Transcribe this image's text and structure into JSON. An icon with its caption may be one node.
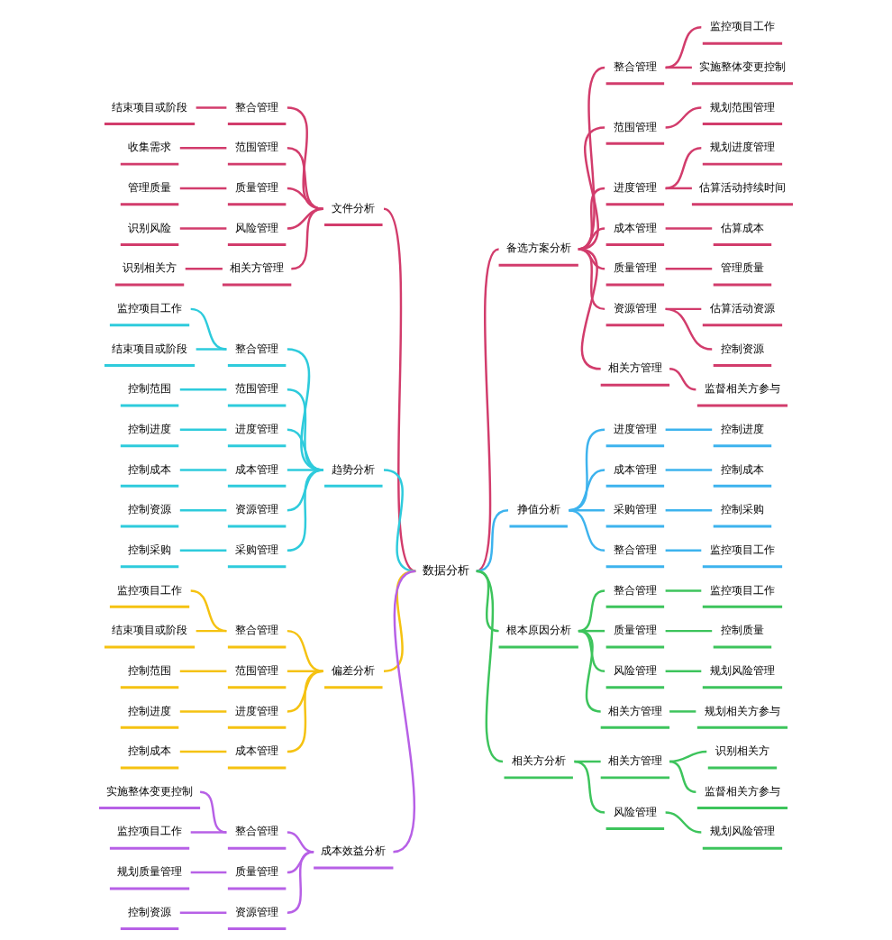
{
  "diagram": {
    "nodes": [
      {
        "text": [
          "数据分析"
        ]
      },
      {
        "text": [
          "文件分析"
        ]
      },
      {
        "text": [
          "整合管理"
        ]
      },
      {
        "text": [
          "结束项目或阶段"
        ]
      },
      {
        "text": [
          "范围管理"
        ]
      },
      {
        "text": [
          "收集需求"
        ]
      },
      {
        "text": [
          "质量管理"
        ]
      },
      {
        "text": [
          "管理质量"
        ]
      },
      {
        "text": [
          "风险管理"
        ]
      },
      {
        "text": [
          "识别风险"
        ]
      },
      {
        "text": [
          "相关方管理"
        ]
      },
      {
        "text": [
          "识别相关方"
        ]
      },
      {
        "text": [
          "趋势分析"
        ]
      },
      {
        "text": [
          "整合管理"
        ]
      },
      {
        "text": [
          "监控项目工作"
        ]
      },
      {
        "text": [
          "结束项目或阶段"
        ]
      },
      {
        "text": [
          "范围管理"
        ]
      },
      {
        "text": [
          "控制范围"
        ]
      },
      {
        "text": [
          "进度管理"
        ]
      },
      {
        "text": [
          "控制进度"
        ]
      },
      {
        "text": [
          "成本管理"
        ]
      },
      {
        "text": [
          "控制成本"
        ]
      },
      {
        "text": [
          "资源管理"
        ]
      },
      {
        "text": [
          "控制资源"
        ]
      },
      {
        "text": [
          "采购管理"
        ]
      },
      {
        "text": [
          "控制采购"
        ]
      },
      {
        "text": [
          "偏差分析"
        ]
      },
      {
        "text": [
          "整合管理"
        ]
      },
      {
        "text": [
          "监控项目工作"
        ]
      },
      {
        "text": [
          "结束项目或阶段"
        ]
      },
      {
        "text": [
          "范围管理"
        ]
      },
      {
        "text": [
          "控制范围"
        ]
      },
      {
        "text": [
          "进度管理"
        ]
      },
      {
        "text": [
          "控制进度"
        ]
      },
      {
        "text": [
          "成本管理"
        ]
      },
      {
        "text": [
          "控制成本"
        ]
      },
      {
        "text": [
          "成本效益分析"
        ]
      },
      {
        "text": [
          "整合管理"
        ]
      },
      {
        "text": [
          "实施整体变更控制"
        ]
      },
      {
        "text": [
          "监控项目工作"
        ]
      },
      {
        "text": [
          "质量管理"
        ]
      },
      {
        "text": [
          "规划质量管理"
        ]
      },
      {
        "text": [
          "资源管理"
        ]
      },
      {
        "text": [
          "控制资源"
        ]
      },
      {
        "text": [
          "备选方案分析"
        ]
      },
      {
        "text": [
          "整合管理"
        ]
      },
      {
        "text": [
          "监控项目工作"
        ]
      },
      {
        "text": [
          "实施整体变更控制"
        ]
      },
      {
        "text": [
          "范围管理"
        ]
      },
      {
        "text": [
          "规划范围管理"
        ]
      },
      {
        "text": [
          "进度管理"
        ]
      },
      {
        "text": [
          "规划进度管理"
        ]
      },
      {
        "text": [
          "估算活动持续时间"
        ]
      },
      {
        "text": [
          "成本管理"
        ]
      },
      {
        "text": [
          "估算成本"
        ]
      },
      {
        "text": [
          "质量管理"
        ]
      },
      {
        "text": [
          "管理质量"
        ]
      },
      {
        "text": [
          "资源管理"
        ]
      },
      {
        "text": [
          "估算活动资源"
        ]
      },
      {
        "text": [
          "控制资源"
        ]
      },
      {
        "text": [
          "相关方管理"
        ]
      },
      {
        "text": [
          "监督相关方参与"
        ]
      },
      {
        "text": [
          "挣值分析"
        ]
      },
      {
        "text": [
          "进度管理"
        ]
      },
      {
        "text": [
          "控制进度"
        ]
      },
      {
        "text": [
          "成本管理"
        ]
      },
      {
        "text": [
          "控制成本"
        ]
      },
      {
        "text": [
          "采购管理"
        ]
      },
      {
        "text": [
          "控制采购"
        ]
      },
      {
        "text": [
          "整合管理"
        ]
      },
      {
        "text": [
          "监控项目工作"
        ]
      },
      {
        "text": [
          "根本原因分析"
        ]
      },
      {
        "text": [
          "整合管理"
        ]
      },
      {
        "text": [
          "监控项目工作"
        ]
      },
      {
        "text": [
          "质量管理"
        ]
      },
      {
        "text": [
          "控制质量"
        ]
      },
      {
        "text": [
          "风险管理"
        ]
      },
      {
        "text": [
          "规划风险管理"
        ]
      },
      {
        "text": [
          "相关方管理"
        ]
      },
      {
        "text": [
          "规划相关方参与"
        ]
      },
      {
        "text": [
          "相关方分析"
        ]
      },
      {
        "text": [
          "相关方管理"
        ]
      },
      {
        "text": [
          "识别相关方"
        ]
      },
      {
        "text": [
          "监督相关方参与"
        ]
      },
      {
        "text": [
          "风险管理"
        ]
      },
      {
        "text": [
          "规划风险管理"
        ]
      }
    ],
    "edges": [
      {
        "from": 0,
        "to": 1,
        "arrow": "none",
        "color": "#d23c6c"
      },
      {
        "from": 1,
        "to": 2,
        "arrow": "none",
        "color": "#d23c6c"
      },
      {
        "from": 2,
        "to": 3,
        "arrow": "none",
        "color": "#d23c6c"
      },
      {
        "from": 1,
        "to": 4,
        "arrow": "none",
        "color": "#d23c6c"
      },
      {
        "from": 4,
        "to": 5,
        "arrow": "none",
        "color": "#d23c6c"
      },
      {
        "from": 1,
        "to": 6,
        "arrow": "none",
        "color": "#d23c6c"
      },
      {
        "from": 6,
        "to": 7,
        "arrow": "none",
        "color": "#d23c6c"
      },
      {
        "from": 1,
        "to": 8,
        "arrow": "none",
        "color": "#d23c6c"
      },
      {
        "from": 8,
        "to": 9,
        "arrow": "none",
        "color": "#d23c6c"
      },
      {
        "from": 1,
        "to": 10,
        "arrow": "none",
        "color": "#d23c6c"
      },
      {
        "from": 10,
        "to": 11,
        "arrow": "none",
        "color": "#d23c6c"
      },
      {
        "from": 0,
        "to": 12,
        "arrow": "none",
        "color": "#2ecbdc"
      },
      {
        "from": 12,
        "to": 13,
        "arrow": "none",
        "color": "#2ecbdc"
      },
      {
        "from": 13,
        "to": 14,
        "arrow": "none",
        "color": "#2ecbdc"
      },
      {
        "from": 13,
        "to": 15,
        "arrow": "none",
        "color": "#2ecbdc"
      },
      {
        "from": 12,
        "to": 16,
        "arrow": "none",
        "color": "#2ecbdc"
      },
      {
        "from": 16,
        "to": 17,
        "arrow": "none",
        "color": "#2ecbdc"
      },
      {
        "from": 12,
        "to": 18,
        "arrow": "none",
        "color": "#2ecbdc"
      },
      {
        "from": 18,
        "to": 19,
        "arrow": "none",
        "color": "#2ecbdc"
      },
      {
        "from": 12,
        "to": 20,
        "arrow": "none",
        "color": "#2ecbdc"
      },
      {
        "from": 20,
        "to": 21,
        "arrow": "none",
        "color": "#2ecbdc"
      },
      {
        "from": 12,
        "to": 22,
        "arrow": "none",
        "color": "#2ecbdc"
      },
      {
        "from": 22,
        "to": 23,
        "arrow": "none",
        "color": "#2ecbdc"
      },
      {
        "from": 12,
        "to": 24,
        "arrow": "none",
        "color": "#2ecbdc"
      },
      {
        "from": 24,
        "to": 25,
        "arrow": "none",
        "color": "#2ecbdc"
      },
      {
        "from": 0,
        "to": 26,
        "arrow": "none",
        "color": "#f5c211"
      },
      {
        "from": 26,
        "to": 27,
        "arrow": "none",
        "color": "#f5c211"
      },
      {
        "from": 27,
        "to": 28,
        "arrow": "none",
        "color": "#f5c211"
      },
      {
        "from": 27,
        "to": 29,
        "arrow": "none",
        "color": "#f5c211"
      },
      {
        "from": 26,
        "to": 30,
        "arrow": "none",
        "color": "#f5c211"
      },
      {
        "from": 30,
        "to": 31,
        "arrow": "none",
        "color": "#f5c211"
      },
      {
        "from": 26,
        "to": 32,
        "arrow": "none",
        "color": "#f5c211"
      },
      {
        "from": 32,
        "to": 33,
        "arrow": "none",
        "color": "#f5c211"
      },
      {
        "from": 26,
        "to": 34,
        "arrow": "none",
        "color": "#f5c211"
      },
      {
        "from": 34,
        "to": 35,
        "arrow": "none",
        "color": "#f5c211"
      },
      {
        "from": 0,
        "to": 36,
        "arrow": "none",
        "color": "#b760e6"
      },
      {
        "from": 36,
        "to": 37,
        "arrow": "none",
        "color": "#b760e6"
      },
      {
        "from": 37,
        "to": 38,
        "arrow": "none",
        "color": "#b760e6"
      },
      {
        "from": 37,
        "to": 39,
        "arrow": "none",
        "color": "#b760e6"
      },
      {
        "from": 36,
        "to": 40,
        "arrow": "none",
        "color": "#b760e6"
      },
      {
        "from": 40,
        "to": 41,
        "arrow": "none",
        "color": "#b760e6"
      },
      {
        "from": 36,
        "to": 42,
        "arrow": "none",
        "color": "#b760e6"
      },
      {
        "from": 42,
        "to": 43,
        "arrow": "none",
        "color": "#b760e6"
      },
      {
        "from": 0,
        "to": 44,
        "arrow": "none",
        "color": "#d23c6c"
      },
      {
        "from": 44,
        "to": 45,
        "arrow": "none",
        "color": "#d23c6c"
      },
      {
        "from": 45,
        "to": 46,
        "arrow": "none",
        "color": "#d23c6c"
      },
      {
        "from": 45,
        "to": 47,
        "arrow": "none",
        "color": "#d23c6c"
      },
      {
        "from": 44,
        "to": 48,
        "arrow": "none",
        "color": "#d23c6c"
      },
      {
        "from": 48,
        "to": 49,
        "arrow": "none",
        "color": "#d23c6c"
      },
      {
        "from": 44,
        "to": 50,
        "arrow": "none",
        "color": "#d23c6c"
      },
      {
        "from": 50,
        "to": 51,
        "arrow": "none",
        "color": "#d23c6c"
      },
      {
        "from": 50,
        "to": 52,
        "arrow": "none",
        "color": "#d23c6c"
      },
      {
        "from": 44,
        "to": 53,
        "arrow": "none",
        "color": "#d23c6c"
      },
      {
        "from": 53,
        "to": 54,
        "arrow": "none",
        "color": "#d23c6c"
      },
      {
        "from": 44,
        "to": 55,
        "arrow": "none",
        "color": "#d23c6c"
      },
      {
        "from": 55,
        "to": 56,
        "arrow": "none",
        "color": "#d23c6c"
      },
      {
        "from": 44,
        "to": 57,
        "arrow": "none",
        "color": "#d23c6c"
      },
      {
        "from": 57,
        "to": 58,
        "arrow": "none",
        "color": "#d23c6c"
      },
      {
        "from": 57,
        "to": 59,
        "arrow": "none",
        "color": "#d23c6c"
      },
      {
        "from": 44,
        "to": 60,
        "arrow": "none",
        "color": "#d23c6c"
      },
      {
        "from": 60,
        "to": 61,
        "arrow": "none",
        "color": "#d23c6c"
      },
      {
        "from": 0,
        "to": 62,
        "arrow": "none",
        "color": "#3db3ee"
      },
      {
        "from": 62,
        "to": 63,
        "arrow": "none",
        "color": "#3db3ee"
      },
      {
        "from": 63,
        "to": 64,
        "arrow": "none",
        "color": "#3db3ee"
      },
      {
        "from": 62,
        "to": 65,
        "arrow": "none",
        "color": "#3db3ee"
      },
      {
        "from": 65,
        "to": 66,
        "arrow": "none",
        "color": "#3db3ee"
      },
      {
        "from": 62,
        "to": 67,
        "arrow": "none",
        "color": "#3db3ee"
      },
      {
        "from": 67,
        "to": 68,
        "arrow": "none",
        "color": "#3db3ee"
      },
      {
        "from": 62,
        "to": 69,
        "arrow": "none",
        "color": "#3db3ee"
      },
      {
        "from": 69,
        "to": 70,
        "arrow": "none",
        "color": "#3db3ee"
      },
      {
        "from": 0,
        "to": 71,
        "arrow": "none",
        "color": "#3dc45c"
      },
      {
        "from": 71,
        "to": 72,
        "arrow": "none",
        "color": "#3dc45c"
      },
      {
        "from": 72,
        "to": 73,
        "arrow": "none",
        "color": "#3dc45c"
      },
      {
        "from": 71,
        "to": 74,
        "arrow": "none",
        "color": "#3dc45c"
      },
      {
        "from": 74,
        "to": 75,
        "arrow": "none",
        "color": "#3dc45c"
      },
      {
        "from": 71,
        "to": 76,
        "arrow": "none",
        "color": "#3dc45c"
      },
      {
        "from": 76,
        "to": 77,
        "arrow": "none",
        "color": "#3dc45c"
      },
      {
        "from": 71,
        "to": 78,
        "arrow": "none",
        "color": "#3dc45c"
      },
      {
        "from": 78,
        "to": 79,
        "arrow": "none",
        "color": "#3dc45c"
      },
      {
        "from": 0,
        "to": 80,
        "arrow": "none",
        "color": "#3dc45c"
      },
      {
        "from": 80,
        "to": 81,
        "arrow": "none",
        "color": "#3dc45c"
      },
      {
        "from": 81,
        "to": 82,
        "arrow": "none",
        "color": "#3dc45c"
      },
      {
        "from": 81,
        "to": 83,
        "arrow": "none",
        "color": "#3dc45c"
      },
      {
        "from": 80,
        "to": 84,
        "arrow": "none",
        "color": "#3dc45c"
      },
      {
        "from": 84,
        "to": 85,
        "arrow": "none",
        "color": "#3dc45c"
      }
    ]
  }
}
